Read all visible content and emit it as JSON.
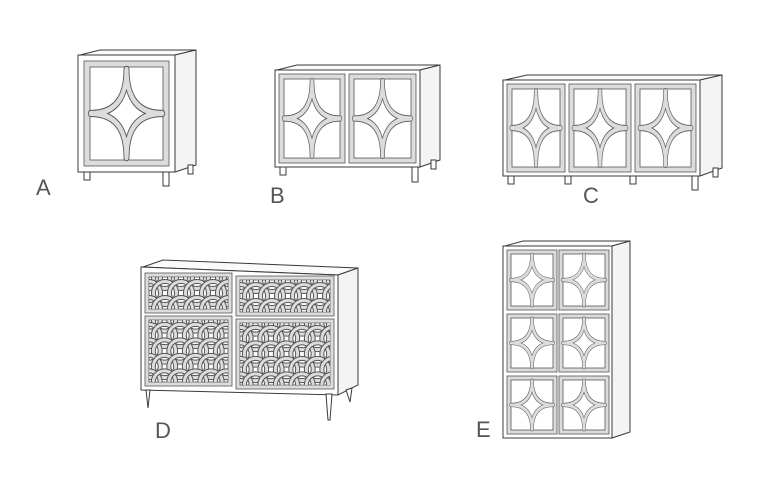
{
  "variants": [
    {
      "id": "A",
      "label": "A",
      "doors": 1
    },
    {
      "id": "B",
      "label": "B",
      "doors": 2
    },
    {
      "id": "C",
      "label": "C",
      "doors": 3
    },
    {
      "id": "D",
      "label": "D",
      "doors": 4
    },
    {
      "id": "E",
      "label": "E",
      "doors": 6
    }
  ],
  "colors": {
    "line": "#3a3a3a",
    "panel_frame": "#dcdcdc",
    "label": "#555555",
    "background": "#ffffff"
  }
}
